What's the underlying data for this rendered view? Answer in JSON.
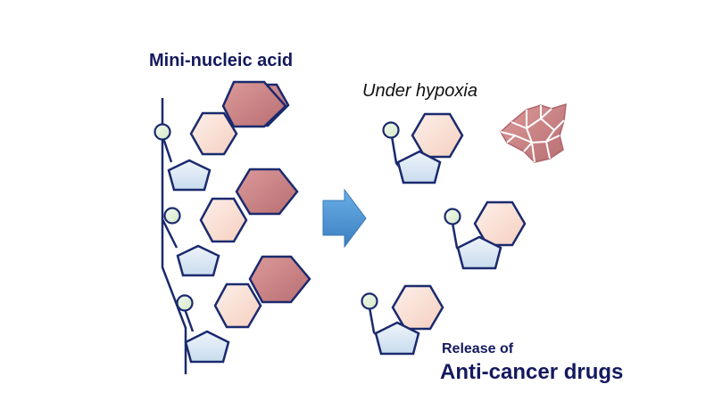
{
  "labels": {
    "title": "Mini-nucleic acid",
    "condition": "Under hypoxia",
    "release_line1": "Release of",
    "release_line2": "Anti-cancer drugs"
  },
  "colors": {
    "navy_outline": "#1b2a6e",
    "base_fill": "#fae0d4",
    "drug_fill": "#c98284",
    "sugar_fill": "#dce8f3",
    "phosphate_fill": "#e6f2dd",
    "arrow_fill": "#4f95d4",
    "text_navy": "#14195e"
  },
  "icons": {
    "transition_arrow": "right-arrow-icon",
    "released_drug": "drug-crystal-icon"
  }
}
